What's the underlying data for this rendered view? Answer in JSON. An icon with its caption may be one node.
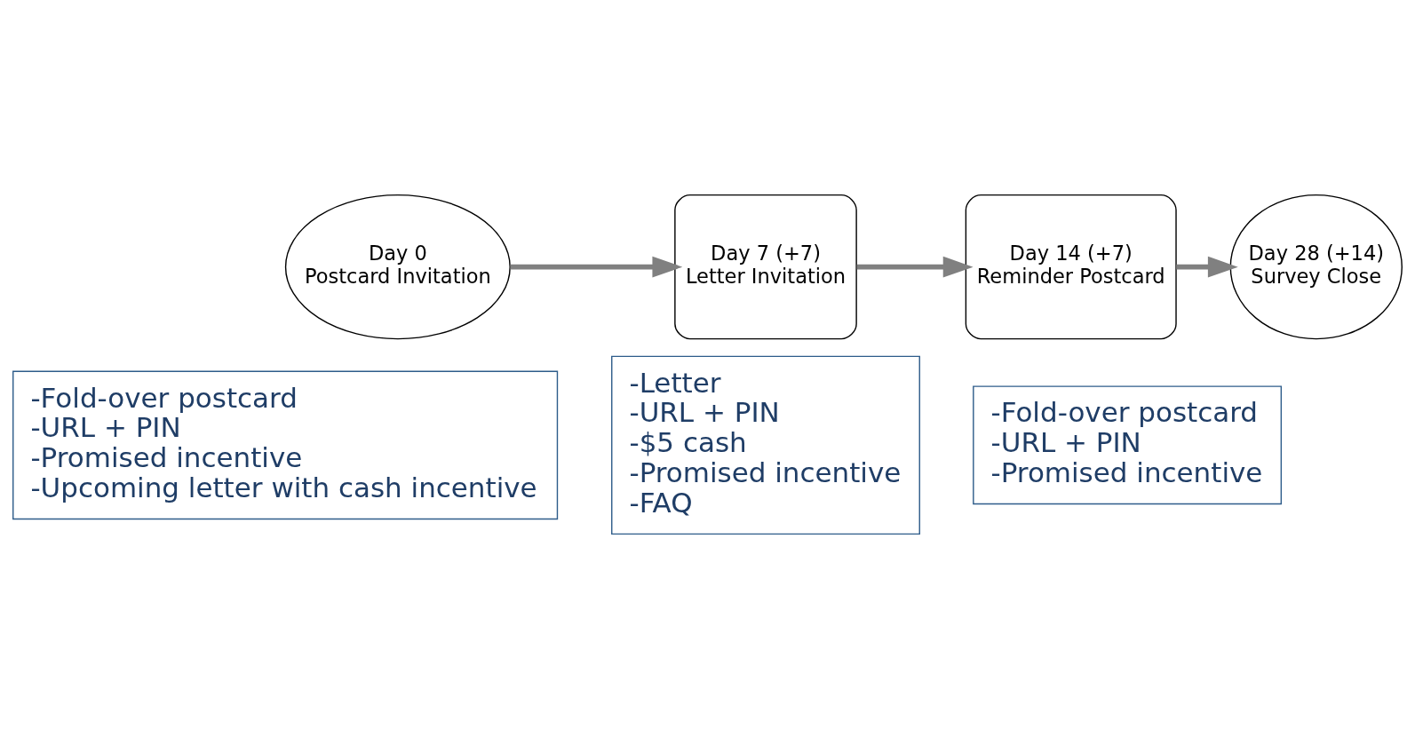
{
  "diagram": {
    "nodes": [
      {
        "text": [
          "Day 0",
          "Postcard Invitation"
        ]
      },
      {
        "text": [
          "Day 7 (+7)",
          "Letter Invitation"
        ]
      },
      {
        "text": [
          "Day 14 (+7)",
          "Reminder Postcard"
        ]
      },
      {
        "text": [
          "Day 28 (+14)",
          "Survey Close"
        ]
      },
      {
        "text": [
          "-Fold-over postcard",
          "-URL + PIN",
          "-Promised incentive",
          "-Upcoming letter with cash incentive"
        ]
      },
      {
        "text": [
          "-Letter",
          "-URL + PIN",
          "-$5 cash",
          "-Promised incentive",
          "-FAQ"
        ]
      },
      {
        "text": [
          "-Fold-over postcard",
          "-URL + PIN",
          "-Promised incentive"
        ]
      }
    ],
    "edges": [
      {
        "from": 0,
        "to": 1,
        "arrow": "to"
      },
      {
        "from": 1,
        "to": 2,
        "arrow": "to"
      },
      {
        "from": 2,
        "to": 3,
        "arrow": "to"
      }
    ]
  }
}
